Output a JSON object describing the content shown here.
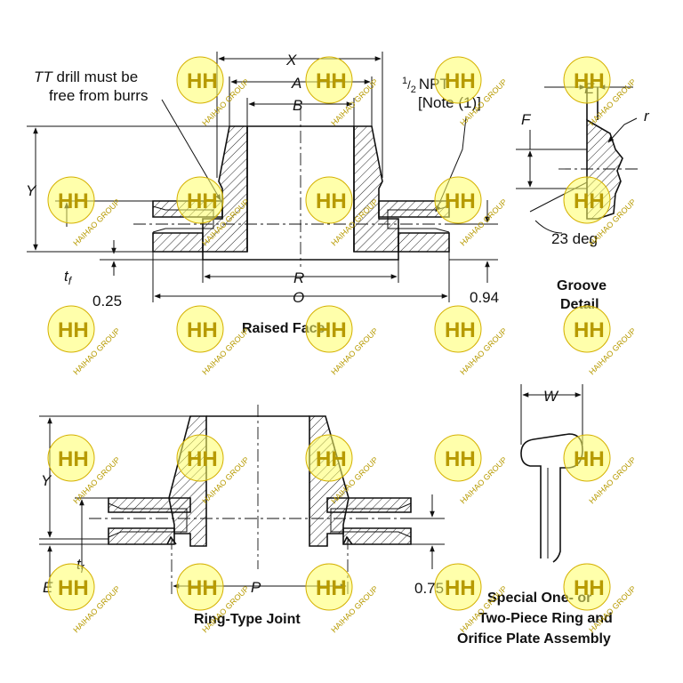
{
  "labels": {
    "x": "X",
    "a": "A",
    "b": "B",
    "y_top": "Y",
    "tf_top": "t",
    "tf_top_sub": "f",
    "r": "R",
    "o": "O",
    "dim_025": "0.25",
    "dim_094": "0.94",
    "npt_half": "1",
    "npt_den": "2",
    "npt_text": "NPT",
    "npt_note": "[Note (1)]",
    "tt_drill_line1_italic": "TT",
    "tt_drill_line1_rest": " drill must be",
    "tt_drill_line2": "free from burrs",
    "e_groove": "E",
    "f_groove": "F",
    "r_small": "r",
    "deg": "23 deg",
    "y_bottom": "Y",
    "tf_bottom": "t",
    "tf_bottom_sub": "f",
    "e_bottom": "E",
    "p": "P",
    "dim_075": "0.75",
    "w": "W"
  },
  "captions": {
    "raised_face": "Raised Face",
    "groove_line1": "Groove",
    "groove_line2": "Detail",
    "ring_type_joint": "Ring-Type Joint",
    "special_line1": "Special One- or",
    "special_line2": "Two-Piece Ring and",
    "special_line3": "Orifice Plate Assembly"
  },
  "watermark": {
    "logo_text": "HH",
    "ring_text": "HAIHAO GROUP",
    "color": "#ffff66"
  }
}
